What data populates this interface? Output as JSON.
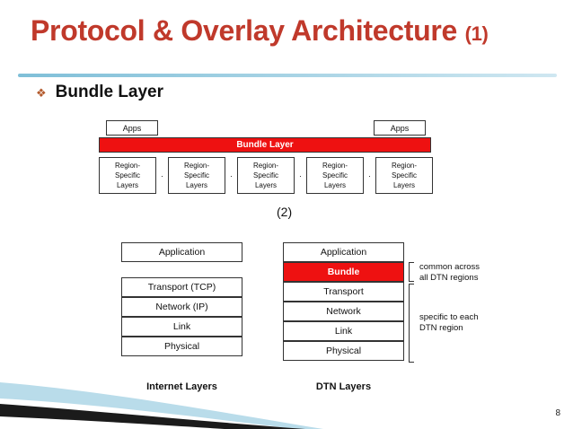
{
  "slide": {
    "title_main": "Protocol & Overlay Architecture",
    "title_suffix": "(1)",
    "page_number": "8"
  },
  "bullet": {
    "marker": "❖",
    "text": "Bundle Layer"
  },
  "figure1": {
    "apps_left": "Apps",
    "apps_right": "Apps",
    "bundle_bar": "Bundle Layer",
    "dots": "·",
    "regions": [
      {
        "line1": "Region-",
        "line2": "Specific",
        "line3": "Layers"
      },
      {
        "line1": "Region-",
        "line2": "Specific",
        "line3": "Layers"
      },
      {
        "line1": "Region-",
        "line2": "Specific",
        "line3": "Layers"
      },
      {
        "line1": "Region-",
        "line2": "Specific",
        "line3": "Layers"
      },
      {
        "line1": "Region-",
        "line2": "Specific",
        "line3": "Layers"
      }
    ]
  },
  "caption2": "(2)",
  "figure2": {
    "internet_stack": {
      "caption": "Internet Layers",
      "top": "Application",
      "layers": [
        "Transport (TCP)",
        "Network (IP)",
        "Link",
        "Physical"
      ]
    },
    "dtn_stack": {
      "caption": "DTN Layers",
      "top": "Application",
      "bundle": "Bundle",
      "layers": [
        "Transport",
        "Network",
        "Link",
        "Physical"
      ]
    },
    "annotations": [
      {
        "line1": "common across",
        "line2": "all DTN regions"
      },
      {
        "line1": "specific to each",
        "line2": "DTN region"
      }
    ]
  },
  "colors": {
    "title": "#c0392b",
    "bundle_red": "#ee1111",
    "rule": "#7fbfd8"
  }
}
